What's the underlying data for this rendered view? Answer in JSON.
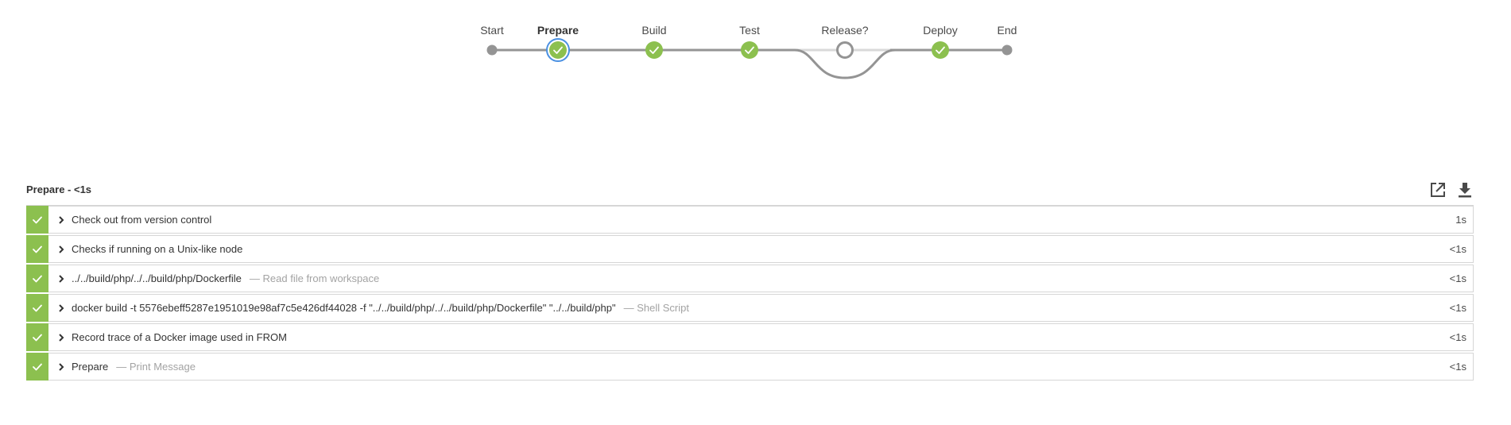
{
  "pipeline": {
    "stages": [
      {
        "name": "Start",
        "status": "node"
      },
      {
        "name": "Prepare",
        "status": "success",
        "selected": true
      },
      {
        "name": "Build",
        "status": "success"
      },
      {
        "name": "Test",
        "status": "success"
      },
      {
        "name": "Release?",
        "status": "not-built"
      },
      {
        "name": "Deploy",
        "status": "success"
      },
      {
        "name": "End",
        "status": "node"
      }
    ]
  },
  "panel": {
    "stage_name": "Prepare",
    "separator": " - ",
    "duration": "<1s",
    "actions": [
      {
        "icon": "open-external-icon"
      },
      {
        "icon": "download-icon"
      }
    ]
  },
  "steps": [
    {
      "text": "Check out from version control",
      "desc": "",
      "duration": "1s",
      "status": "success"
    },
    {
      "text": "Checks if running on a Unix-like node",
      "desc": "",
      "duration": "<1s",
      "status": "success"
    },
    {
      "text": "../../build/php/../../build/php/Dockerfile",
      "desc": "— Read file from workspace",
      "duration": "<1s",
      "status": "success"
    },
    {
      "text": "docker build -t 5576ebeff5287e1951019e98af7c5e426df44028 -f \"../../build/php/../../build/php/Dockerfile\" \"../../build/php\"",
      "desc": "— Shell Script",
      "duration": "<1s",
      "status": "success"
    },
    {
      "text": "Record trace of a Docker image used in FROM",
      "desc": "",
      "duration": "<1s",
      "status": "success"
    },
    {
      "text": "Prepare",
      "desc": "— Print Message",
      "duration": "<1s",
      "status": "success"
    }
  ],
  "colors": {
    "success": "#8cc04f",
    "selected_ring": "#4a90e2",
    "line": "#949494",
    "node": "#949494"
  }
}
